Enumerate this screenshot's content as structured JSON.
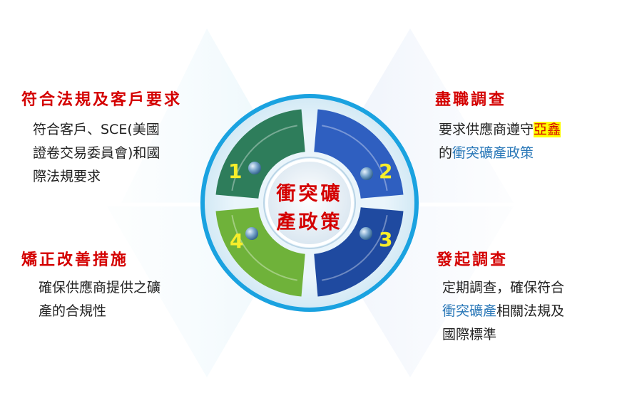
{
  "center": {
    "line1": "衝突礦",
    "line2": "產政策"
  },
  "quadrants": [
    {
      "number": "1",
      "title": "符合法規及客戶要求",
      "lines": [
        "符合客戶、SCE(美國",
        "證卷交易委員會)和國",
        "際法規要求"
      ],
      "color": "#2e7d5b"
    },
    {
      "number": "2",
      "title": "盡職調查",
      "line1_pre": "要求供應商遵守",
      "line1_highlight": "亞鑫",
      "line2_pre": "的",
      "line2_blue": "衝突礦產政策",
      "color": "#2f5fc0"
    },
    {
      "number": "3",
      "title": "發起調查",
      "line1": "定期調查，確保符合",
      "line2_blue": "衝突礦產",
      "line2_post": "相關法規及",
      "line3": "國際標準",
      "color": "#1f4aa0"
    },
    {
      "number": "4",
      "title": "矯正改善措施",
      "lines": [
        "確保供應商提供之礦",
        "產的合規性"
      ],
      "color": "#6fb23a"
    }
  ]
}
